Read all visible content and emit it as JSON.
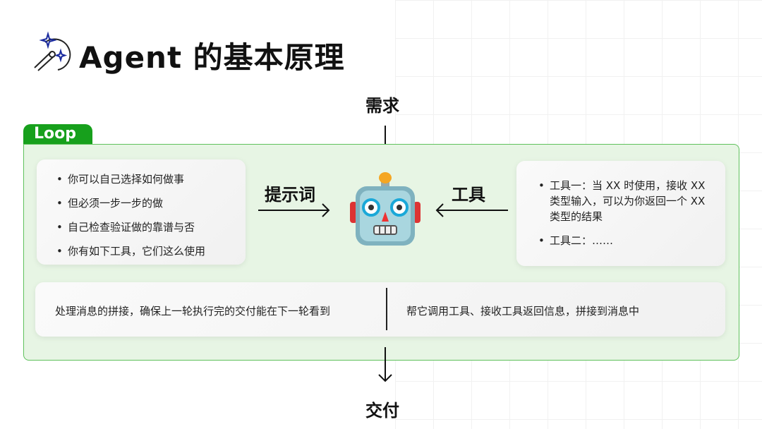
{
  "title": "Agent 的基本原理",
  "loop_label": "Loop",
  "flow": {
    "input": "需求",
    "prompt": "提示词",
    "tools": "工具",
    "output": "交付"
  },
  "prompt_card": {
    "items": [
      "你可以自己选择如何做事",
      "但必须一步一步的做",
      "自己检查验证做的靠谱与否",
      "你有如下工具，它们这么使用"
    ]
  },
  "tools_card": {
    "items": [
      "工具一：当 XX 时使用，接收 XX 类型输入，可以为你返回一个 XX 类型的结果",
      "工具二：……"
    ]
  },
  "bottom": {
    "left": "处理消息的拼接，确保上一轮执行完的交付能在下一轮看到",
    "right": "帮它调用工具、接收工具返回信息，拼接到消息中"
  },
  "colors": {
    "loop_green": "#17a01c",
    "loop_bg": "#e7f5e4",
    "sparkle": "#1a2a9e"
  }
}
